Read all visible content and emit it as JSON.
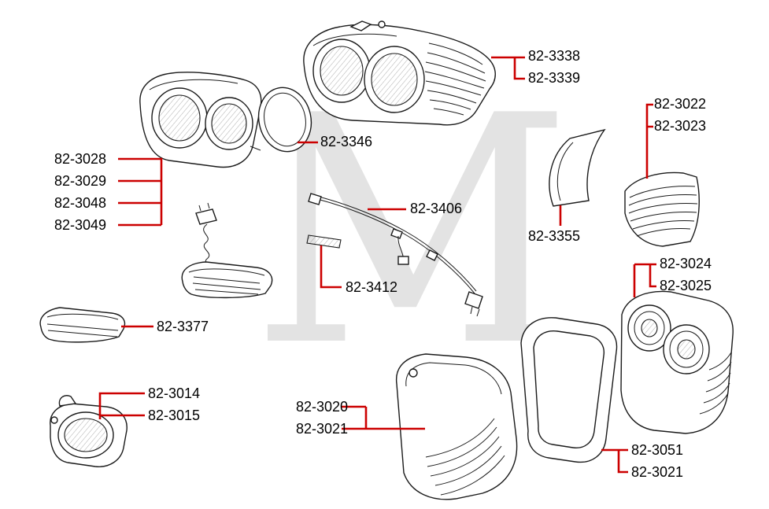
{
  "diagram": {
    "watermark": "M",
    "leader_color": "#cc0000",
    "line_color": "#1a1a1a",
    "background": "#ffffff",
    "labels": [
      {
        "text": "82-3338"
      },
      {
        "text": "82-3339"
      },
      {
        "text": "82-3346"
      },
      {
        "text": "82-3022"
      },
      {
        "text": "82-3023"
      },
      {
        "text": "82-3028"
      },
      {
        "text": "82-3029"
      },
      {
        "text": "82-3048"
      },
      {
        "text": "82-3049"
      },
      {
        "text": "82-3406"
      },
      {
        "text": "82-3355"
      },
      {
        "text": "82-3412"
      },
      {
        "text": "82-3024"
      },
      {
        "text": "82-3025"
      },
      {
        "text": "82-3377"
      },
      {
        "text": "82-3014"
      },
      {
        "text": "82-3015"
      },
      {
        "text": "82-3020"
      },
      {
        "text": "82-3021"
      },
      {
        "text": "82-3051"
      },
      {
        "text": "82-3021"
      }
    ],
    "drawings": [
      "headlamp-housing",
      "dual-headlamp-unit",
      "trim-ring",
      "corner-trim",
      "louvered-panel",
      "wiring-harness",
      "connector-coil",
      "mounting-plate",
      "turn-signal-lens",
      "side-lens",
      "fog-lamp",
      "tail-lens",
      "seal-frame",
      "lamp-housing"
    ]
  }
}
